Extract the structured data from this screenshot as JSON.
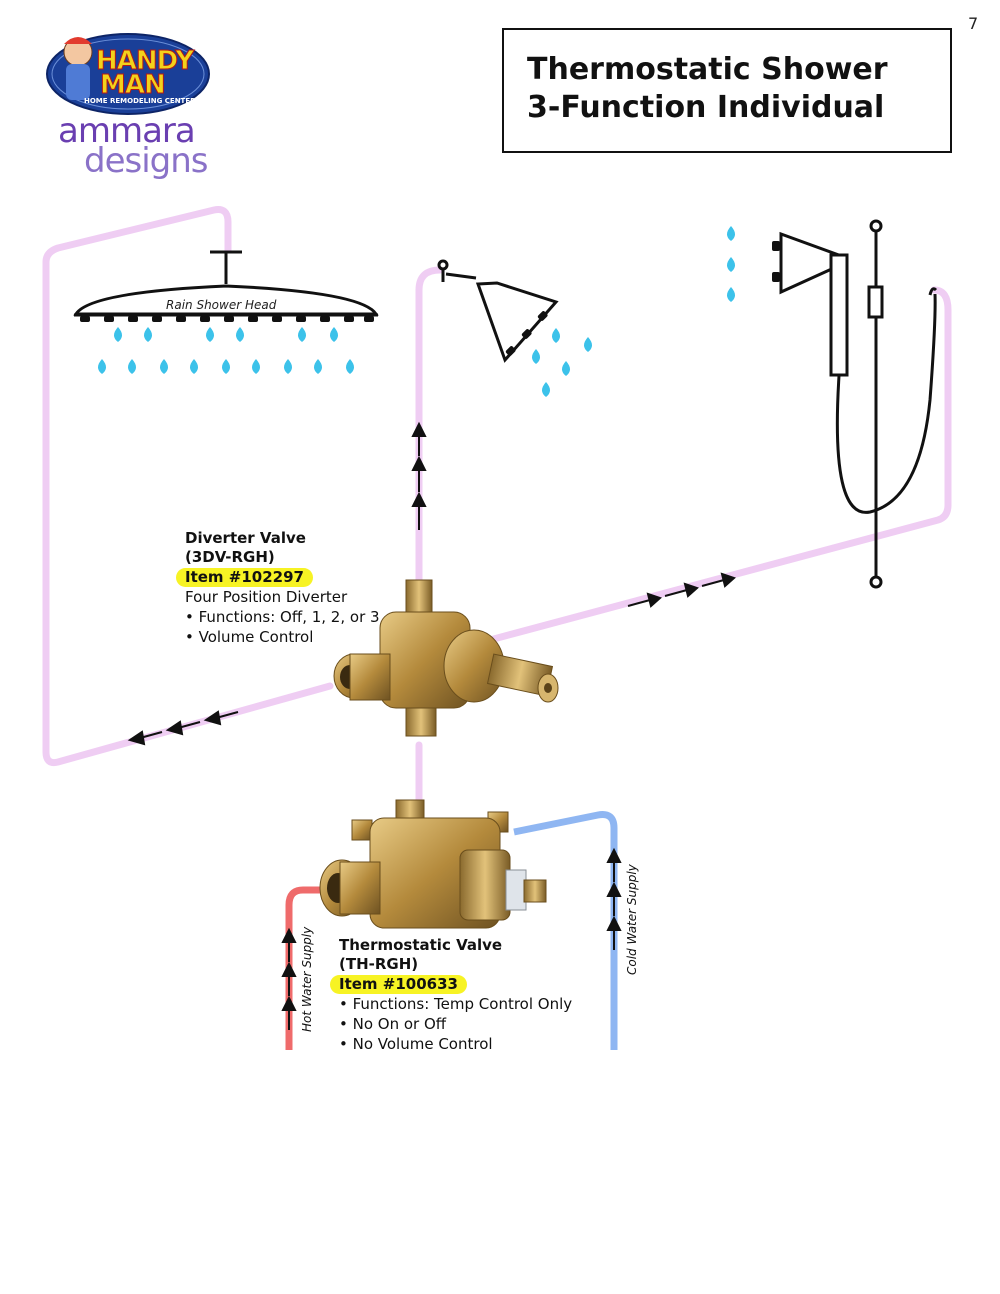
{
  "page_number": "7",
  "title": {
    "line1": "Thermostatic Shower",
    "line2": "3-Function Individual"
  },
  "logos": {
    "handyman_line1": "HANDY",
    "handyman_line2": "MAN",
    "handyman_sub": "HOME REMODELING CENTER, INC",
    "ammara_line1": "ammara",
    "ammara_line2": "designs"
  },
  "rain_shower_label": "Rain Shower Head",
  "diverter": {
    "name": "Diverter Valve",
    "model": "(3DV-RGH)",
    "item": "Item #102297",
    "desc": "Four Position Diverter",
    "bullet1": "• Functions: Off, 1, 2, or 3",
    "bullet2": "• Volume Control"
  },
  "thermostatic": {
    "name": "Thermostatic Valve",
    "model": "(TH-RGH)",
    "item": "Item #100633",
    "bullet1": "• Functions: Temp Control Only",
    "bullet2": "• No On or Off",
    "bullet3": "• No Volume Control"
  },
  "hot_supply_label": "Hot Water Supply",
  "cold_supply_label": "Cold Water Supply",
  "colors": {
    "pipe_pink": "#efcdf3",
    "hot_pipe": "#ef6b6b",
    "cold_pipe": "#8fb6f2",
    "water_drop": "#3cc2ea",
    "brass": "#c9a24e",
    "highlight": "#f7f324"
  }
}
